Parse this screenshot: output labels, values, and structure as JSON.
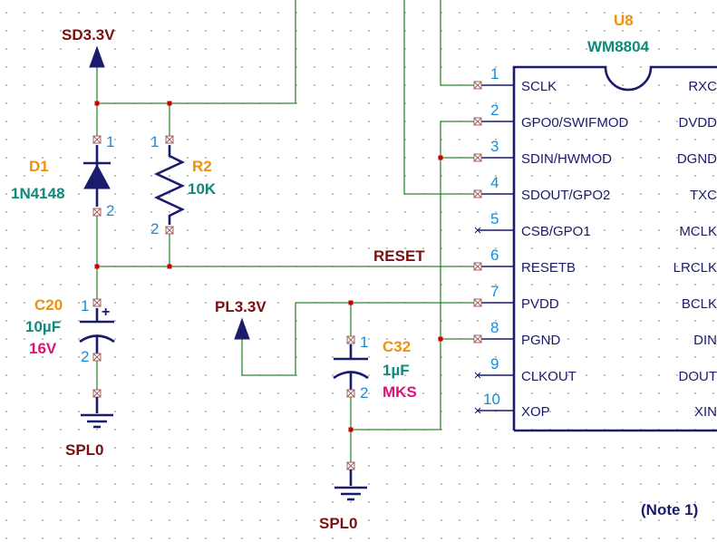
{
  "ic": {
    "ref": "U8",
    "part": "WM8804",
    "pins_left": [
      {
        "num": "1",
        "name": "SCLK"
      },
      {
        "num": "2",
        "name": "GPO0/SWIFMOD"
      },
      {
        "num": "3",
        "name": "SDIN/HWMOD"
      },
      {
        "num": "4",
        "name": "SDOUT/GPO2"
      },
      {
        "num": "5",
        "name": "CSB/GPO1"
      },
      {
        "num": "6",
        "name": "RESETB"
      },
      {
        "num": "7",
        "name": "PVDD"
      },
      {
        "num": "8",
        "name": "PGND"
      },
      {
        "num": "9",
        "name": "CLKOUT"
      },
      {
        "num": "10",
        "name": "XOP"
      }
    ],
    "pins_right": [
      "RXC",
      "DVDD",
      "DGND",
      "TXC",
      "MCLK",
      "LRCLK",
      "BCLK",
      "DIN",
      "DOUT",
      "XIN"
    ]
  },
  "d1": {
    "ref": "D1",
    "value": "1N4148",
    "pin1": "1",
    "pin2": "2"
  },
  "r2": {
    "ref": "R2",
    "value": "10K",
    "pin1": "1",
    "pin2": "2"
  },
  "c20": {
    "ref": "C20",
    "value": "10µF",
    "voltage": "16V",
    "pin1": "1",
    "pin2": "2",
    "polarity": "+"
  },
  "c32": {
    "ref": "C32",
    "value": "1µF",
    "type": "MKS",
    "pin1": "1",
    "pin2": "2"
  },
  "nets": {
    "sd33": "SD3.3V",
    "pl33": "PL3.3V",
    "reset": "RESET",
    "gnd_left": "SPL0",
    "gnd_mid": "SPL0"
  },
  "note": "(Note 1)",
  "colors": {
    "wire": "#2f8a2f",
    "component": "#1a1a6e",
    "junction": "#cc0000",
    "ref_designator": "#f0900f",
    "value": "#0f8a7a",
    "net_label": "#7a1010",
    "pin_number": "#1b8ad6"
  }
}
